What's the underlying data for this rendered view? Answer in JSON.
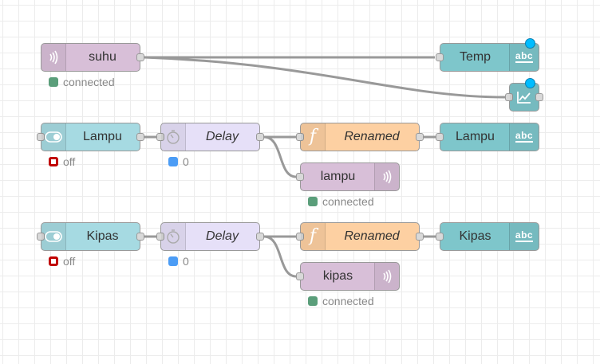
{
  "colors": {
    "mqtt": "#d8bfd8",
    "ui_text": "#7ec6cb",
    "ui_switch": "#a6dae2",
    "delay": "#e6e0f8",
    "function": "#fdd0a2",
    "status_green": "#5a9e7a",
    "status_red": "#c00000",
    "status_blue": "#4b9cf5",
    "changed_marker": "#00bcff",
    "wire": "#999999"
  },
  "nodes": {
    "suhu": {
      "label": "suhu",
      "icon": "mqtt-icon",
      "status": "connected"
    },
    "temp": {
      "label": "Temp",
      "icon": "abc-text-icon"
    },
    "chart": {
      "icon": "chart-icon"
    },
    "lampu_switch": {
      "label": "Lampu",
      "icon": "switch-icon",
      "status": "off"
    },
    "delay_1": {
      "label": "Delay",
      "icon": "timer-icon",
      "status": "0"
    },
    "function_1": {
      "label": "Renamed",
      "icon": "function-icon",
      "glyph": "f"
    },
    "lampu_text": {
      "label": "Lampu",
      "icon": "abc-text-icon"
    },
    "lampu_mqtt": {
      "label": "lampu",
      "icon": "mqtt-icon",
      "status": "connected"
    },
    "kipas_switch": {
      "label": "Kipas",
      "icon": "switch-icon",
      "status": "off"
    },
    "delay_2": {
      "label": "Delay",
      "icon": "timer-icon",
      "status": "0"
    },
    "function_2": {
      "label": "Renamed",
      "icon": "function-icon",
      "glyph": "f"
    },
    "kipas_text": {
      "label": "Kipas",
      "icon": "abc-text-icon"
    },
    "kipas_mqtt": {
      "label": "kipas",
      "icon": "mqtt-icon",
      "status": "connected"
    }
  },
  "abc_label": "abc"
}
